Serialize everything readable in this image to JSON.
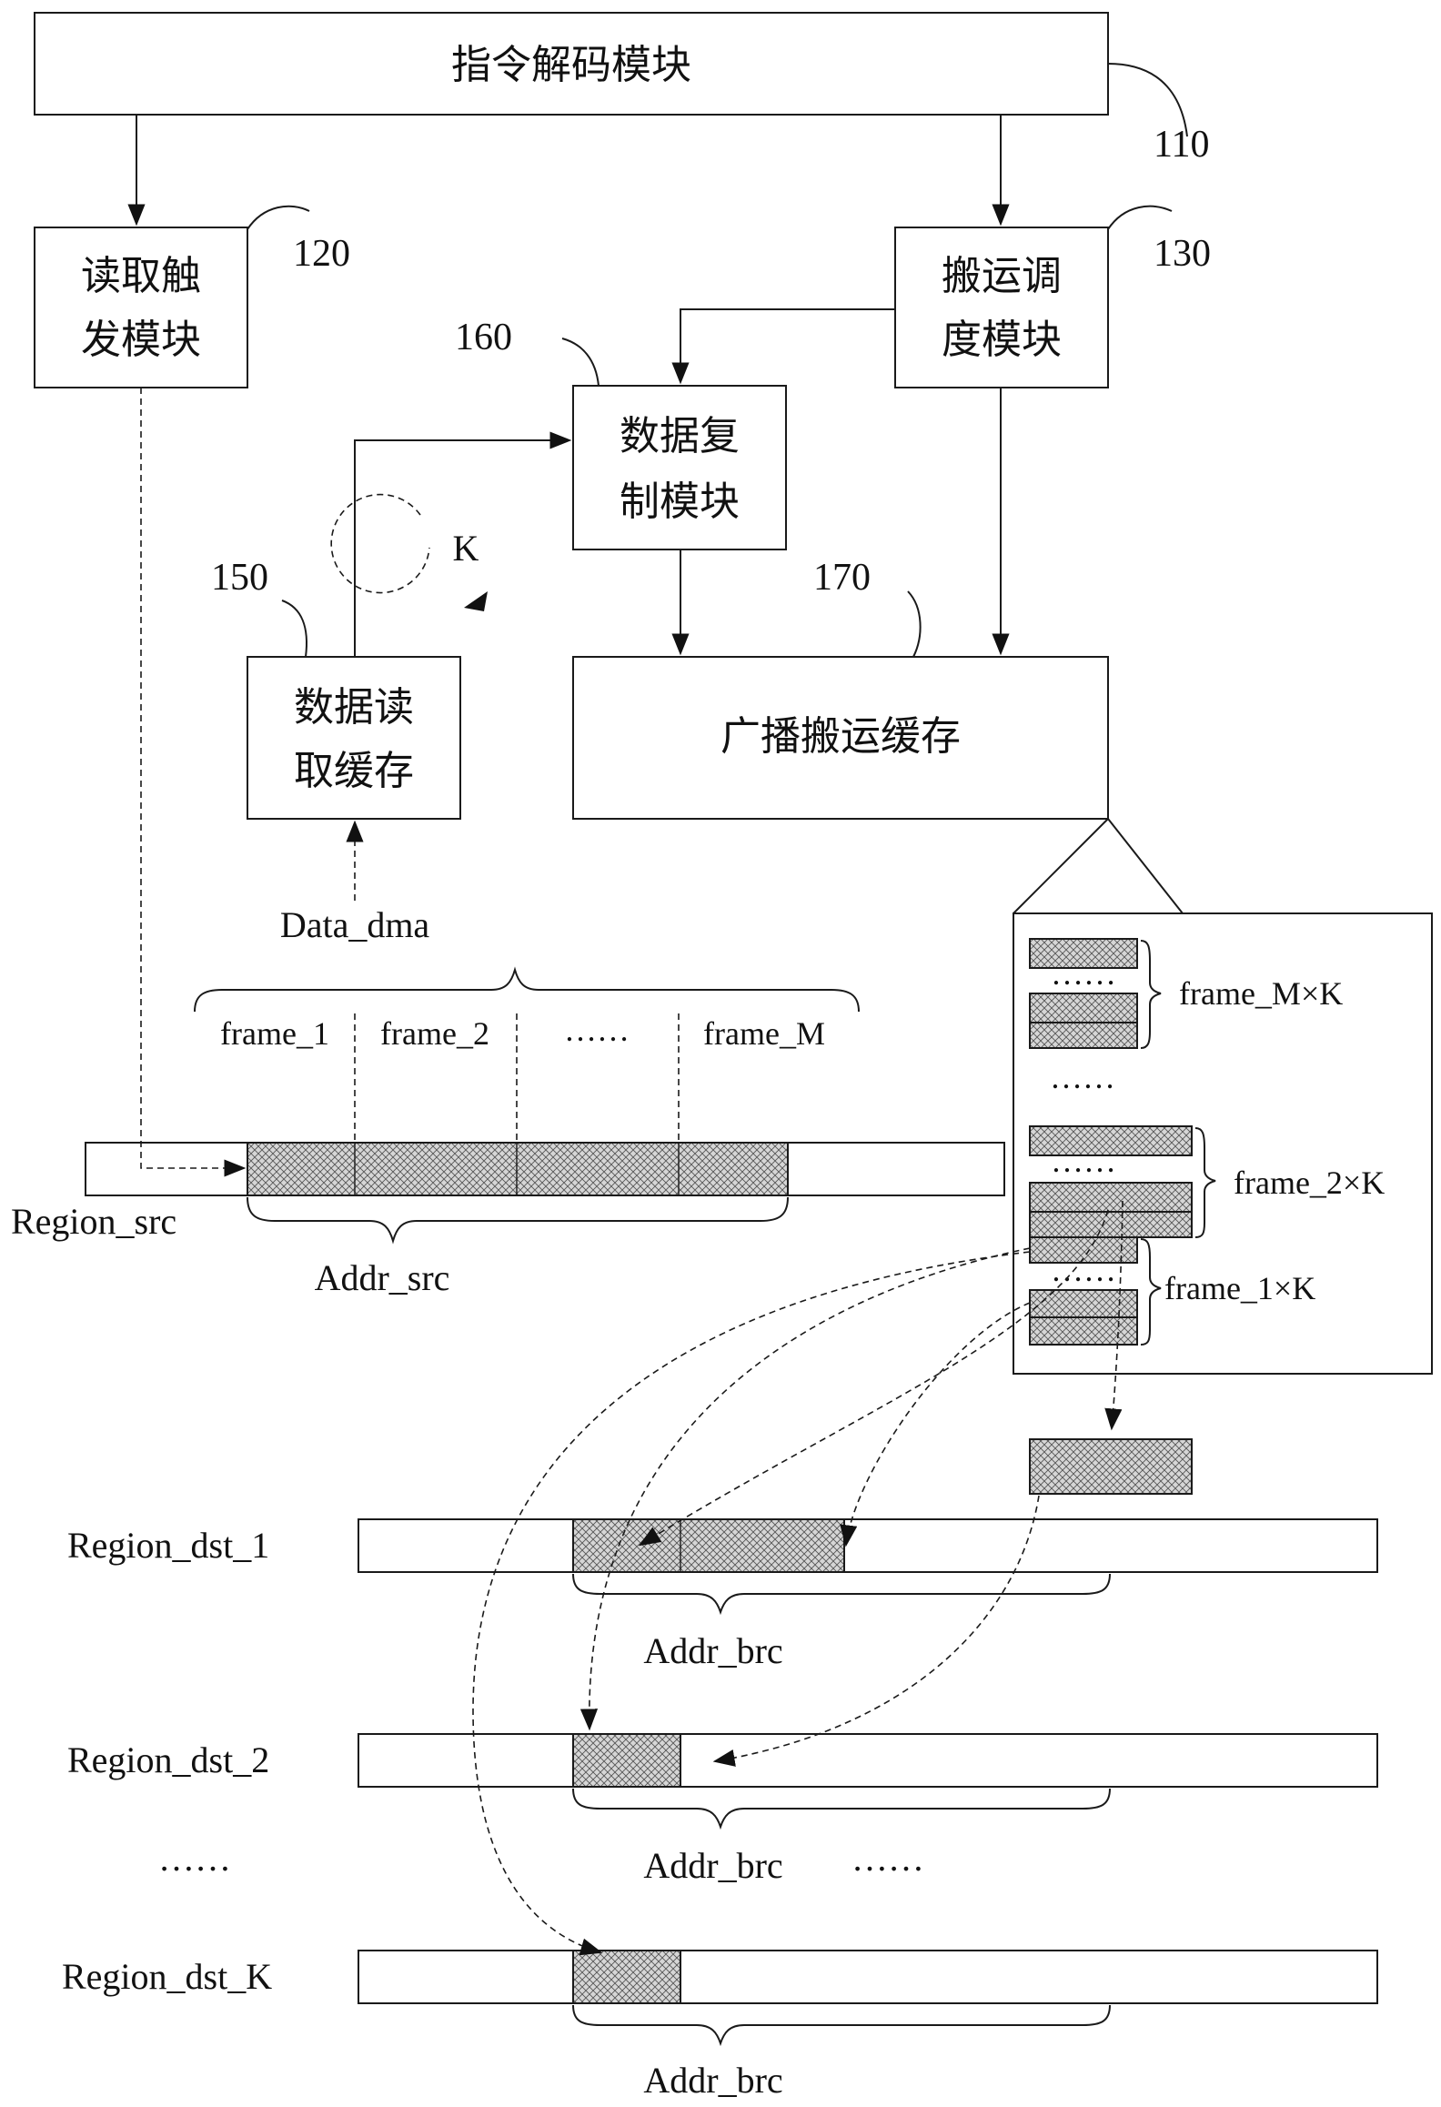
{
  "modules": {
    "instruction_decode": {
      "label": "指令解码模块",
      "ref": "110"
    },
    "read_trigger": {
      "line1": "读取触",
      "line2": "发模块",
      "ref": "120"
    },
    "move_schedule": {
      "line1": "搬运调",
      "line2": "度模块",
      "ref": "130"
    },
    "data_read_buffer": {
      "line1": "数据读",
      "line2": "取缓存",
      "ref": "150"
    },
    "data_copy": {
      "line1": "数据复",
      "line2": "制模块",
      "ref": "160"
    },
    "broadcast_buffer": {
      "label": "广播搬运缓存",
      "ref": "170"
    }
  },
  "loop_label": "K",
  "data_dma_label": "Data_dma",
  "frames": {
    "f1": "frame_1",
    "f2": "frame_2",
    "ellipsis": "……",
    "fM": "frame_M"
  },
  "region_src": {
    "label": "Region_src",
    "addr": "Addr_src"
  },
  "buffer_groups": {
    "gM": "frame_M×K",
    "g2": "frame_2×K",
    "g1": "frame_1×K",
    "dots": "……",
    "inner_dots": "……"
  },
  "destinations": {
    "dst1": {
      "label": "Region_dst_1",
      "addr": "Addr_brc"
    },
    "dst2": {
      "label": "Region_dst_2",
      "addr": "Addr_brc"
    },
    "mid_left_dots": "……",
    "mid_right_dots": "……",
    "dstK": {
      "label": "Region_dst_K",
      "addr": "Addr_brc"
    }
  }
}
